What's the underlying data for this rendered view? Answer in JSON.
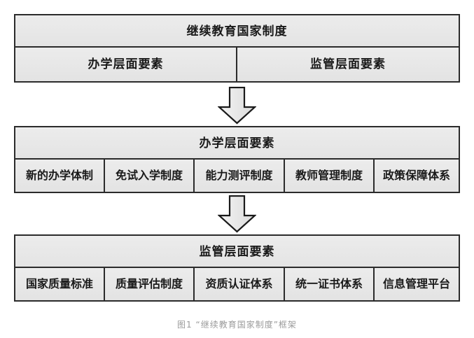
{
  "figure": {
    "caption": "图1  “继续教育国家制度”框架",
    "colors": {
      "box_fill": "#e8e8e8",
      "border": "#2b2b2b",
      "text": "#1a1a1a",
      "caption_text": "#9a9a9a",
      "page_background": "#ffffff",
      "arrow_fill": "#e8e8e8",
      "arrow_stroke": "#1a1a1a"
    },
    "blocks": [
      {
        "id": "top",
        "header": "继续教育国家制度",
        "cells": [
          "办学层面要素",
          "监管层面要素"
        ]
      },
      {
        "id": "middle",
        "header": "办学层面要素",
        "cells": [
          "新的办学体制",
          "免试入学制度",
          "能力测评制度",
          "教师管理制度",
          "政策保障体系"
        ]
      },
      {
        "id": "bottom",
        "header": "监管层面要素",
        "cells": [
          "国家质量标准",
          "质量评估制度",
          "资质认证体系",
          "统一证书体系",
          "信息管理平台"
        ]
      }
    ],
    "arrows": [
      {
        "id": "arrow-1",
        "direction": "down"
      },
      {
        "id": "arrow-2",
        "direction": "down"
      }
    ]
  },
  "chart_data": {
    "type": "diagram",
    "title": "图1  “继续教育国家制度”框架",
    "levels": [
      {
        "level": 1,
        "label": "继续教育国家制度",
        "children": [
          "办学层面要素",
          "监管层面要素"
        ]
      },
      {
        "level": 2,
        "label": "办学层面要素",
        "children": [
          "新的办学体制",
          "免试入学制度",
          "能力测评制度",
          "教师管理制度",
          "政策保障体系"
        ]
      },
      {
        "level": 3,
        "label": "监管层面要素",
        "children": [
          "国家质量标准",
          "质量评估制度",
          "资质认证体系",
          "统一证书体系",
          "信息管理平台"
        ]
      }
    ],
    "connectors": [
      "down-arrow",
      "down-arrow"
    ]
  }
}
